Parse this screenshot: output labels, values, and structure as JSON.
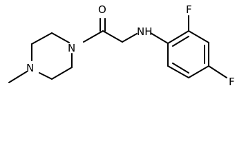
{
  "molecule": {
    "atoms": {
      "carbonyl_oxygen": "O",
      "amine_nitrogen": "NH",
      "ring_fluorine_ortho": "F",
      "ring_fluorine_para": "F",
      "piperazine_n_amide": "N",
      "piperazine_n_methyl": "N"
    },
    "colors": {
      "bond": "#000000",
      "label": "#000000",
      "background": "#ffffff"
    }
  }
}
